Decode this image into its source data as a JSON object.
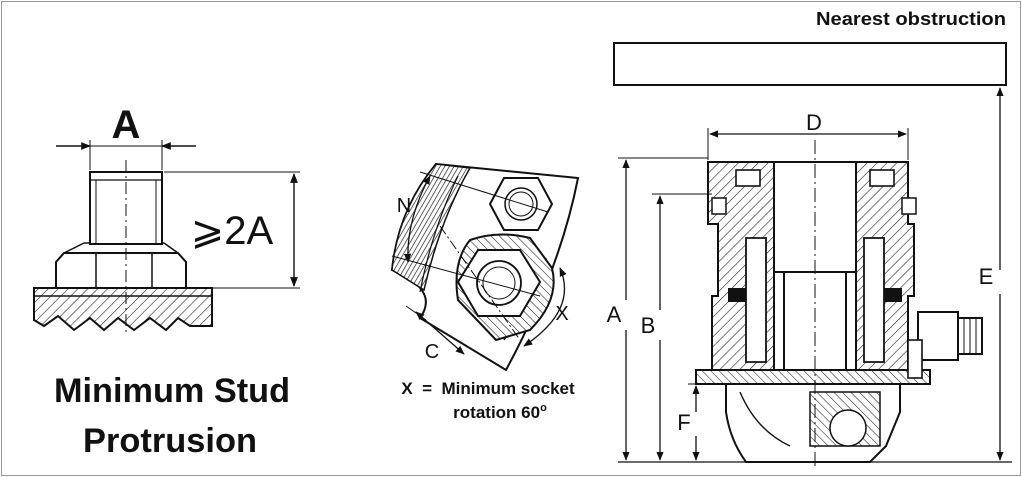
{
  "figure": {
    "header": "Nearest obstruction",
    "left_panel": {
      "dim_width": "A",
      "dim_height": "⩾2A",
      "caption_line1": "Minimum Stud",
      "caption_line2": "Protrusion"
    },
    "middle_panel": {
      "label_n": "N",
      "label_c": "C",
      "label_x": "X",
      "note_line1": "X  =  Minimum socket",
      "note_line2": "rotation 60",
      "note_degree": "o"
    },
    "right_panel": {
      "label_d": "D",
      "label_a": "A",
      "label_b": "B",
      "label_e": "E",
      "label_f": "F"
    }
  }
}
